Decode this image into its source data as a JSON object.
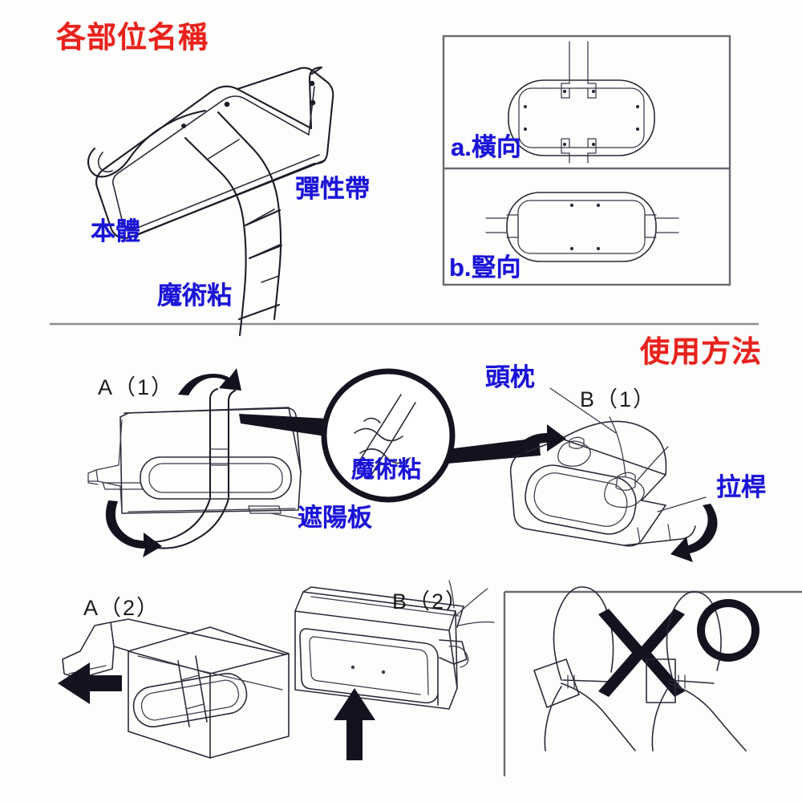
{
  "document": {
    "title": "車用遮陽板眼鏡夾使用說明圖",
    "background_color": "#fdfdfc"
  },
  "colors": {
    "heading_red": "#e8221c",
    "label_blue": "#1a13d8",
    "line_ink": "#1d1d28",
    "frame_gray": "#6a6a72"
  },
  "sections": {
    "parts": {
      "heading": "各部位名稱",
      "labels": {
        "body": "本體",
        "elastic_band": "彈性帶",
        "velcro": "魔術粘"
      },
      "orientation_box": {
        "option_a": "a.橫向",
        "option_b": "b.豎向"
      }
    },
    "usage": {
      "heading": "使用方法",
      "steps": {
        "a1": "A（1）",
        "a2": "A（2）",
        "b1": "B（1）",
        "b2": "B（2）"
      },
      "labels": {
        "velcro": "魔術粘",
        "sun_visor": "遮陽板",
        "headrest": "頭枕",
        "pull_rod": "拉桿"
      },
      "verdict": {
        "wrong_mark": "×",
        "correct_mark": "○"
      }
    }
  },
  "icons": {
    "magnifier": "magnifier-icon",
    "cross": "cross-mark-icon",
    "circle": "circle-mark-icon",
    "arrow": "arrow-icon"
  }
}
